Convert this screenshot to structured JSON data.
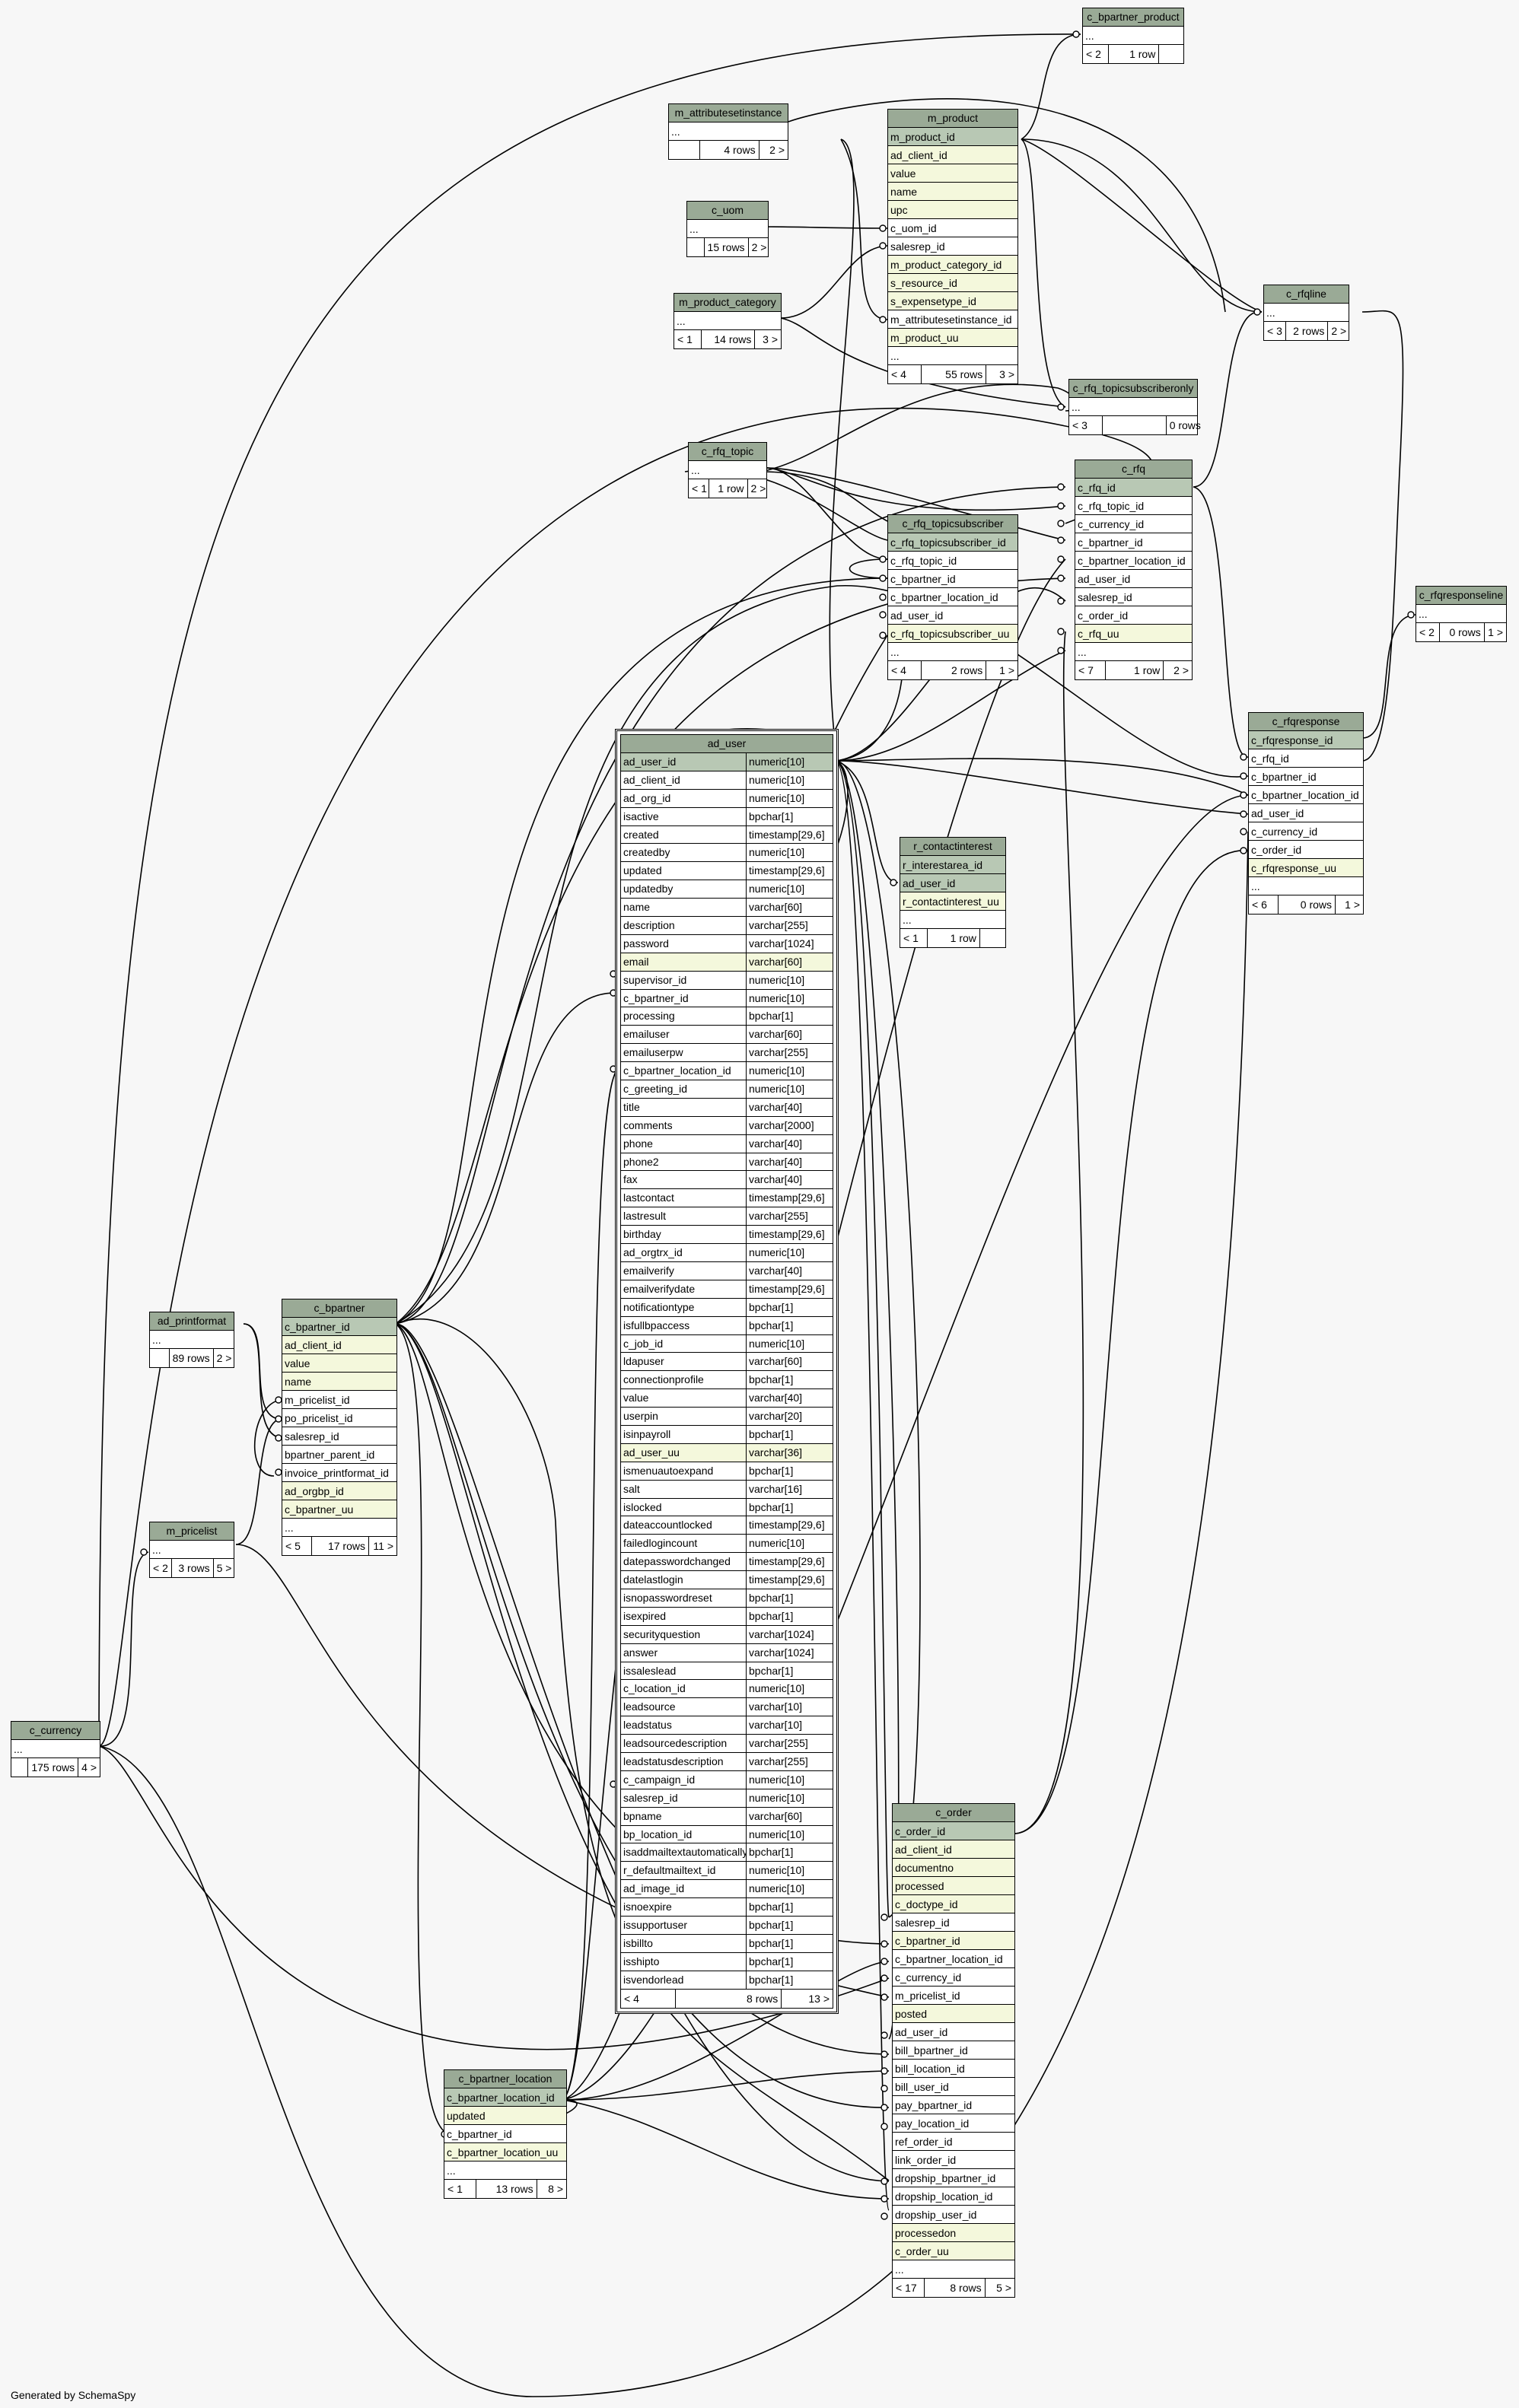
{
  "footer": "Generated by SchemaSpy",
  "tables": [
    {
      "id": "c_bpartner_product",
      "title": "c_bpartner_product",
      "cols": [
        {
          "n": "...",
          "k": ""
        }
      ],
      "foot": [
        "< 2",
        "1 row",
        ""
      ]
    },
    {
      "id": "m_attributesetinstance",
      "title": "m_attributesetinstance",
      "cols": [
        {
          "n": "...",
          "k": ""
        }
      ],
      "foot": [
        "",
        "4 rows",
        "2 >"
      ]
    },
    {
      "id": "m_product",
      "title": "m_product",
      "cols": [
        {
          "n": "m_product_id",
          "k": "pk"
        },
        {
          "n": "ad_client_id",
          "k": "idx"
        },
        {
          "n": "value",
          "k": "idx"
        },
        {
          "n": "name",
          "k": "idx"
        },
        {
          "n": "upc",
          "k": "idx"
        },
        {
          "n": "c_uom_id",
          "k": ""
        },
        {
          "n": "salesrep_id",
          "k": ""
        },
        {
          "n": "m_product_category_id",
          "k": "idx"
        },
        {
          "n": "s_resource_id",
          "k": "idx"
        },
        {
          "n": "s_expensetype_id",
          "k": "idx"
        },
        {
          "n": "m_attributesetinstance_id",
          "k": ""
        },
        {
          "n": "m_product_uu",
          "k": "idx"
        },
        {
          "n": "...",
          "k": ""
        }
      ],
      "foot": [
        "< 4",
        "55 rows",
        "3 >"
      ]
    },
    {
      "id": "c_uom",
      "title": "c_uom",
      "cols": [
        {
          "n": "...",
          "k": ""
        }
      ],
      "foot": [
        "",
        "15 rows",
        "2 >"
      ]
    },
    {
      "id": "m_product_category",
      "title": "m_product_category",
      "cols": [
        {
          "n": "...",
          "k": ""
        }
      ],
      "foot": [
        "< 1",
        "14 rows",
        "3 >"
      ]
    },
    {
      "id": "c_rfqline",
      "title": "c_rfqline",
      "cols": [
        {
          "n": "...",
          "k": ""
        }
      ],
      "foot": [
        "< 3",
        "2 rows",
        "2 >"
      ]
    },
    {
      "id": "c_rfq_topicsubscriberonly",
      "title": "c_rfq_topicsubscriberonly",
      "cols": [
        {
          "n": "...",
          "k": ""
        }
      ],
      "foot": [
        "< 3",
        "",
        "0 rows"
      ]
    },
    {
      "id": "c_rfq_topic",
      "title": "c_rfq_topic",
      "cols": [
        {
          "n": "...",
          "k": ""
        }
      ],
      "foot": [
        "< 1",
        "1 row",
        "2 >"
      ]
    },
    {
      "id": "c_rfq",
      "title": "c_rfq",
      "cols": [
        {
          "n": "c_rfq_id",
          "k": "pk"
        },
        {
          "n": "c_rfq_topic_id",
          "k": ""
        },
        {
          "n": "c_currency_id",
          "k": ""
        },
        {
          "n": "c_bpartner_id",
          "k": ""
        },
        {
          "n": "c_bpartner_location_id",
          "k": ""
        },
        {
          "n": "ad_user_id",
          "k": ""
        },
        {
          "n": "salesrep_id",
          "k": ""
        },
        {
          "n": "c_order_id",
          "k": ""
        },
        {
          "n": "c_rfq_uu",
          "k": "idx"
        },
        {
          "n": "...",
          "k": ""
        }
      ],
      "foot": [
        "< 7",
        "1 row",
        "2 >"
      ]
    },
    {
      "id": "c_rfq_topicsubscriber",
      "title": "c_rfq_topicsubscriber",
      "cols": [
        {
          "n": "c_rfq_topicsubscriber_id",
          "k": "pk"
        },
        {
          "n": "c_rfq_topic_id",
          "k": ""
        },
        {
          "n": "c_bpartner_id",
          "k": ""
        },
        {
          "n": "c_bpartner_location_id",
          "k": ""
        },
        {
          "n": "ad_user_id",
          "k": ""
        },
        {
          "n": "c_rfq_topicsubscriber_uu",
          "k": "idx"
        },
        {
          "n": "...",
          "k": ""
        }
      ],
      "foot": [
        "< 4",
        "2 rows",
        "1 >"
      ]
    },
    {
      "id": "c_rfqresponseline",
      "title": "c_rfqresponseline",
      "cols": [
        {
          "n": "...",
          "k": ""
        }
      ],
      "foot": [
        "< 2",
        "0 rows",
        "1 >"
      ]
    },
    {
      "id": "c_rfqresponse",
      "title": "c_rfqresponse",
      "cols": [
        {
          "n": "c_rfqresponse_id",
          "k": "pk"
        },
        {
          "n": "c_rfq_id",
          "k": ""
        },
        {
          "n": "c_bpartner_id",
          "k": ""
        },
        {
          "n": "c_bpartner_location_id",
          "k": ""
        },
        {
          "n": "ad_user_id",
          "k": ""
        },
        {
          "n": "c_currency_id",
          "k": ""
        },
        {
          "n": "c_order_id",
          "k": ""
        },
        {
          "n": "c_rfqresponse_uu",
          "k": "idx"
        },
        {
          "n": "...",
          "k": ""
        }
      ],
      "foot": [
        "< 6",
        "0 rows",
        "1 >"
      ]
    },
    {
      "id": "r_contactinterest",
      "title": "r_contactinterest",
      "cols": [
        {
          "n": "r_interestarea_id",
          "k": "pk"
        },
        {
          "n": "ad_user_id",
          "k": "pk"
        },
        {
          "n": "r_contactinterest_uu",
          "k": "idx"
        },
        {
          "n": "...",
          "k": ""
        }
      ],
      "foot": [
        "< 1",
        "1 row",
        ""
      ]
    },
    {
      "id": "ad_printformat",
      "title": "ad_printformat",
      "cols": [
        {
          "n": "...",
          "k": ""
        }
      ],
      "foot": [
        "",
        "89 rows",
        "2 >"
      ]
    },
    {
      "id": "c_bpartner",
      "title": "c_bpartner",
      "cols": [
        {
          "n": "c_bpartner_id",
          "k": "pk"
        },
        {
          "n": "ad_client_id",
          "k": "idx"
        },
        {
          "n": "value",
          "k": "idx"
        },
        {
          "n": "name",
          "k": "idx"
        },
        {
          "n": "m_pricelist_id",
          "k": ""
        },
        {
          "n": "po_pricelist_id",
          "k": ""
        },
        {
          "n": "salesrep_id",
          "k": ""
        },
        {
          "n": "bpartner_parent_id",
          "k": ""
        },
        {
          "n": "invoice_printformat_id",
          "k": ""
        },
        {
          "n": "ad_orgbp_id",
          "k": "idx"
        },
        {
          "n": "c_bpartner_uu",
          "k": "idx"
        },
        {
          "n": "...",
          "k": ""
        }
      ],
      "foot": [
        "< 5",
        "17 rows",
        "11 >"
      ]
    },
    {
      "id": "m_pricelist",
      "title": "m_pricelist",
      "cols": [
        {
          "n": "...",
          "k": ""
        }
      ],
      "foot": [
        "< 2",
        "3 rows",
        "5 >"
      ]
    },
    {
      "id": "c_currency",
      "title": "c_currency",
      "cols": [
        {
          "n": "...",
          "k": ""
        }
      ],
      "foot": [
        "",
        "175 rows",
        "4 >"
      ]
    },
    {
      "id": "c_bpartner_location",
      "title": "c_bpartner_location",
      "cols": [
        {
          "n": "c_bpartner_location_id",
          "k": "pk"
        },
        {
          "n": "updated",
          "k": "idx"
        },
        {
          "n": "c_bpartner_id",
          "k": ""
        },
        {
          "n": "c_bpartner_location_uu",
          "k": "idx"
        },
        {
          "n": "...",
          "k": ""
        }
      ],
      "foot": [
        "< 1",
        "13 rows",
        "8 >"
      ]
    },
    {
      "id": "c_order",
      "title": "c_order",
      "cols": [
        {
          "n": "c_order_id",
          "k": "pk"
        },
        {
          "n": "ad_client_id",
          "k": "idx"
        },
        {
          "n": "documentno",
          "k": "idx"
        },
        {
          "n": "processed",
          "k": "idx"
        },
        {
          "n": "c_doctype_id",
          "k": "idx"
        },
        {
          "n": "salesrep_id",
          "k": ""
        },
        {
          "n": "c_bpartner_id",
          "k": "idx"
        },
        {
          "n": "c_bpartner_location_id",
          "k": ""
        },
        {
          "n": "c_currency_id",
          "k": ""
        },
        {
          "n": "m_pricelist_id",
          "k": ""
        },
        {
          "n": "posted",
          "k": "idx"
        },
        {
          "n": "ad_user_id",
          "k": ""
        },
        {
          "n": "bill_bpartner_id",
          "k": ""
        },
        {
          "n": "bill_location_id",
          "k": ""
        },
        {
          "n": "bill_user_id",
          "k": ""
        },
        {
          "n": "pay_bpartner_id",
          "k": ""
        },
        {
          "n": "pay_location_id",
          "k": ""
        },
        {
          "n": "ref_order_id",
          "k": ""
        },
        {
          "n": "link_order_id",
          "k": ""
        },
        {
          "n": "dropship_bpartner_id",
          "k": ""
        },
        {
          "n": "dropship_location_id",
          "k": ""
        },
        {
          "n": "dropship_user_id",
          "k": ""
        },
        {
          "n": "processedon",
          "k": "idx"
        },
        {
          "n": "c_order_uu",
          "k": "idx"
        },
        {
          "n": "...",
          "k": ""
        }
      ],
      "foot": [
        "< 17",
        "8 rows",
        "5 >"
      ]
    }
  ],
  "ad_user": {
    "title": "ad_user",
    "cols": [
      [
        "ad_user_id",
        "numeric[10]",
        "pk"
      ],
      [
        "ad_client_id",
        "numeric[10]",
        ""
      ],
      [
        "ad_org_id",
        "numeric[10]",
        ""
      ],
      [
        "isactive",
        "bpchar[1]",
        ""
      ],
      [
        "created",
        "timestamp[29,6]",
        ""
      ],
      [
        "createdby",
        "numeric[10]",
        ""
      ],
      [
        "updated",
        "timestamp[29,6]",
        ""
      ],
      [
        "updatedby",
        "numeric[10]",
        ""
      ],
      [
        "name",
        "varchar[60]",
        ""
      ],
      [
        "description",
        "varchar[255]",
        ""
      ],
      [
        "password",
        "varchar[1024]",
        ""
      ],
      [
        "email",
        "varchar[60]",
        "idx"
      ],
      [
        "supervisor_id",
        "numeric[10]",
        ""
      ],
      [
        "c_bpartner_id",
        "numeric[10]",
        ""
      ],
      [
        "processing",
        "bpchar[1]",
        ""
      ],
      [
        "emailuser",
        "varchar[60]",
        ""
      ],
      [
        "emailuserpw",
        "varchar[255]",
        ""
      ],
      [
        "c_bpartner_location_id",
        "numeric[10]",
        ""
      ],
      [
        "c_greeting_id",
        "numeric[10]",
        ""
      ],
      [
        "title",
        "varchar[40]",
        ""
      ],
      [
        "comments",
        "varchar[2000]",
        ""
      ],
      [
        "phone",
        "varchar[40]",
        ""
      ],
      [
        "phone2",
        "varchar[40]",
        ""
      ],
      [
        "fax",
        "varchar[40]",
        ""
      ],
      [
        "lastcontact",
        "timestamp[29,6]",
        ""
      ],
      [
        "lastresult",
        "varchar[255]",
        ""
      ],
      [
        "birthday",
        "timestamp[29,6]",
        ""
      ],
      [
        "ad_orgtrx_id",
        "numeric[10]",
        ""
      ],
      [
        "emailverify",
        "varchar[40]",
        ""
      ],
      [
        "emailverifydate",
        "timestamp[29,6]",
        ""
      ],
      [
        "notificationtype",
        "bpchar[1]",
        ""
      ],
      [
        "isfullbpaccess",
        "bpchar[1]",
        ""
      ],
      [
        "c_job_id",
        "numeric[10]",
        ""
      ],
      [
        "ldapuser",
        "varchar[60]",
        ""
      ],
      [
        "connectionprofile",
        "bpchar[1]",
        ""
      ],
      [
        "value",
        "varchar[40]",
        ""
      ],
      [
        "userpin",
        "varchar[20]",
        ""
      ],
      [
        "isinpayroll",
        "bpchar[1]",
        ""
      ],
      [
        "ad_user_uu",
        "varchar[36]",
        "idx"
      ],
      [
        "ismenuautoexpand",
        "bpchar[1]",
        ""
      ],
      [
        "salt",
        "varchar[16]",
        ""
      ],
      [
        "islocked",
        "bpchar[1]",
        ""
      ],
      [
        "dateaccountlocked",
        "timestamp[29,6]",
        ""
      ],
      [
        "failedlogincount",
        "numeric[10]",
        ""
      ],
      [
        "datepasswordchanged",
        "timestamp[29,6]",
        ""
      ],
      [
        "datelastlogin",
        "timestamp[29,6]",
        ""
      ],
      [
        "isnopasswordreset",
        "bpchar[1]",
        ""
      ],
      [
        "isexpired",
        "bpchar[1]",
        ""
      ],
      [
        "securityquestion",
        "varchar[1024]",
        ""
      ],
      [
        "answer",
        "varchar[1024]",
        ""
      ],
      [
        "issaleslead",
        "bpchar[1]",
        ""
      ],
      [
        "c_location_id",
        "numeric[10]",
        ""
      ],
      [
        "leadsource",
        "varchar[10]",
        ""
      ],
      [
        "leadstatus",
        "varchar[10]",
        ""
      ],
      [
        "leadsourcedescription",
        "varchar[255]",
        ""
      ],
      [
        "leadstatusdescription",
        "varchar[255]",
        ""
      ],
      [
        "c_campaign_id",
        "numeric[10]",
        ""
      ],
      [
        "salesrep_id",
        "numeric[10]",
        ""
      ],
      [
        "bpname",
        "varchar[60]",
        ""
      ],
      [
        "bp_location_id",
        "numeric[10]",
        ""
      ],
      [
        "isaddmailtextautomatically",
        "bpchar[1]",
        ""
      ],
      [
        "r_defaultmailtext_id",
        "numeric[10]",
        ""
      ],
      [
        "ad_image_id",
        "numeric[10]",
        ""
      ],
      [
        "isnoexpire",
        "bpchar[1]",
        ""
      ],
      [
        "issupportuser",
        "bpchar[1]",
        ""
      ],
      [
        "isbillto",
        "bpchar[1]",
        ""
      ],
      [
        "isshipto",
        "bpchar[1]",
        ""
      ],
      [
        "isvendorlead",
        "bpchar[1]",
        ""
      ]
    ],
    "foot": [
      "< 4",
      "8 rows",
      "13 >"
    ]
  }
}
